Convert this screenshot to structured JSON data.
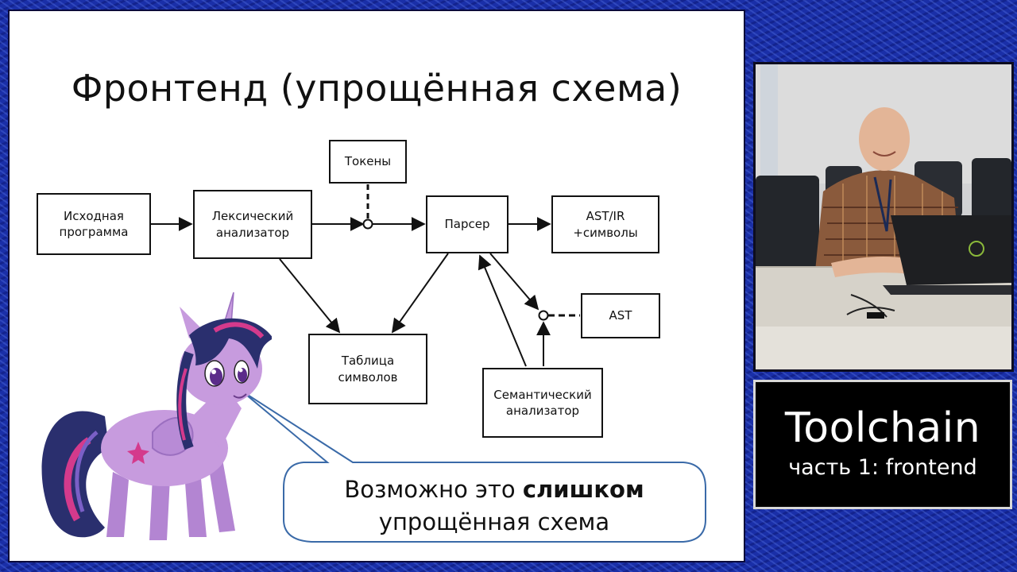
{
  "slide": {
    "title": "Фронтенд (упрощённая схема)",
    "nodes": {
      "source": "Исходная\nпрограмма",
      "lexer": "Лексический\nанализатор",
      "tokens": "Токены",
      "parser": "Парсер",
      "ast_ir": "AST/IR\n+символы",
      "symtab": "Таблица\nсимволов",
      "ast": "AST",
      "semantic": "Семантический\nанализатор"
    },
    "bubble": {
      "line1_prefix": "Возможно это ",
      "line1_strong": "слишком",
      "line2": "упрощённая схема"
    }
  },
  "caption": {
    "title": "Toolchain",
    "subtitle": "часть 1: frontend"
  },
  "colors": {
    "background": "#1a2fa8",
    "bubble_stroke": "#3a6aa8",
    "pony_body": "#c79bde",
    "pony_mane": "#2a2f6e"
  }
}
